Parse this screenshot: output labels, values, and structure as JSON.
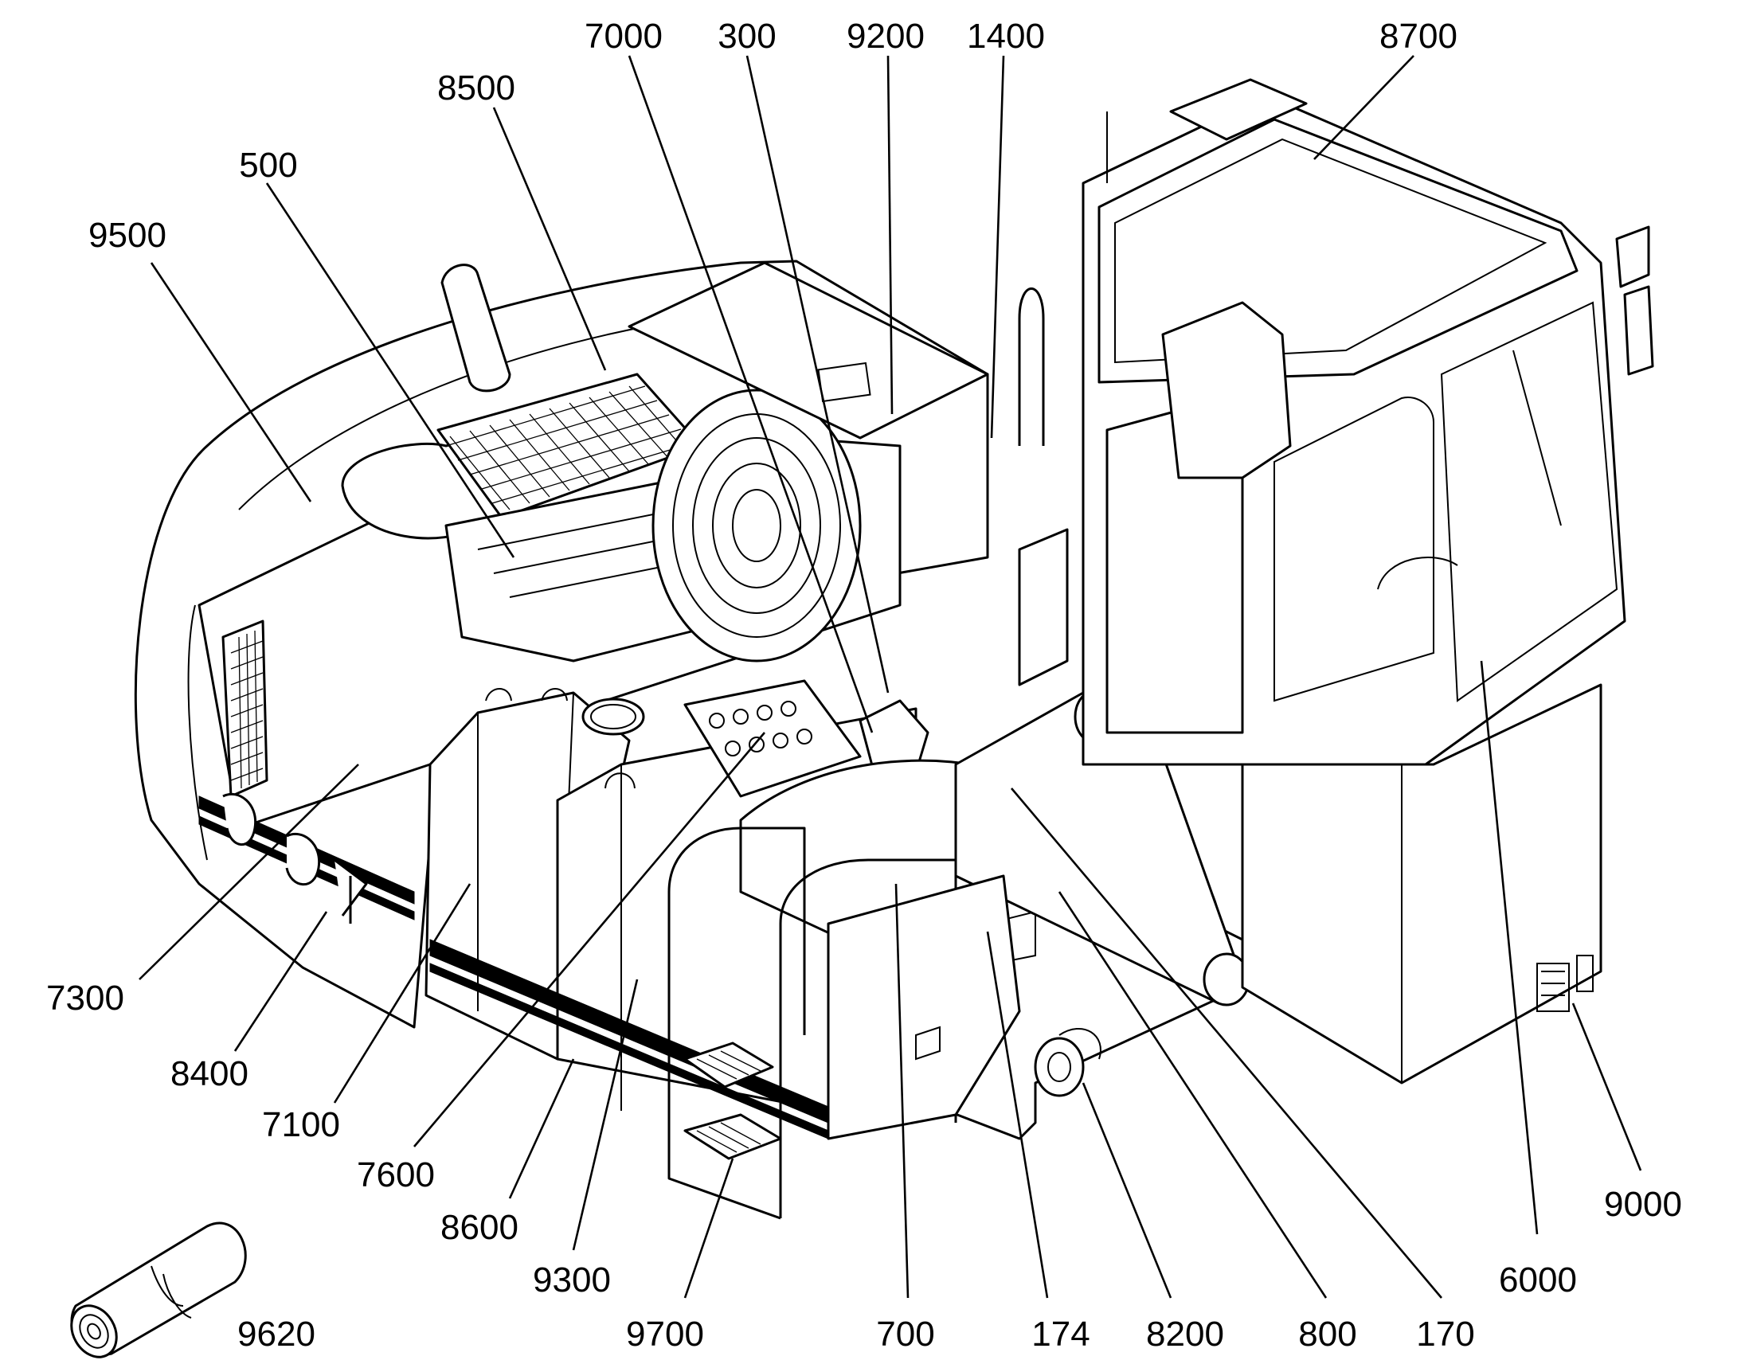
{
  "diagram": {
    "callouts": [
      {
        "id": "7000",
        "label": "7000"
      },
      {
        "id": "300",
        "label": "300"
      },
      {
        "id": "9200",
        "label": "9200"
      },
      {
        "id": "1400",
        "label": "1400"
      },
      {
        "id": "8700",
        "label": "8700"
      },
      {
        "id": "8500",
        "label": "8500"
      },
      {
        "id": "500",
        "label": "500"
      },
      {
        "id": "9500",
        "label": "9500"
      },
      {
        "id": "7300",
        "label": "7300"
      },
      {
        "id": "8400",
        "label": "8400"
      },
      {
        "id": "7100",
        "label": "7100"
      },
      {
        "id": "7600",
        "label": "7600"
      },
      {
        "id": "8600",
        "label": "8600"
      },
      {
        "id": "9300",
        "label": "9300"
      },
      {
        "id": "9700",
        "label": "9700"
      },
      {
        "id": "9620",
        "label": "9620"
      },
      {
        "id": "700",
        "label": "700"
      },
      {
        "id": "174",
        "label": "174"
      },
      {
        "id": "8200",
        "label": "8200"
      },
      {
        "id": "800",
        "label": "800"
      },
      {
        "id": "170",
        "label": "170"
      },
      {
        "id": "6000",
        "label": "6000"
      },
      {
        "id": "9000",
        "label": "9000"
      }
    ]
  }
}
